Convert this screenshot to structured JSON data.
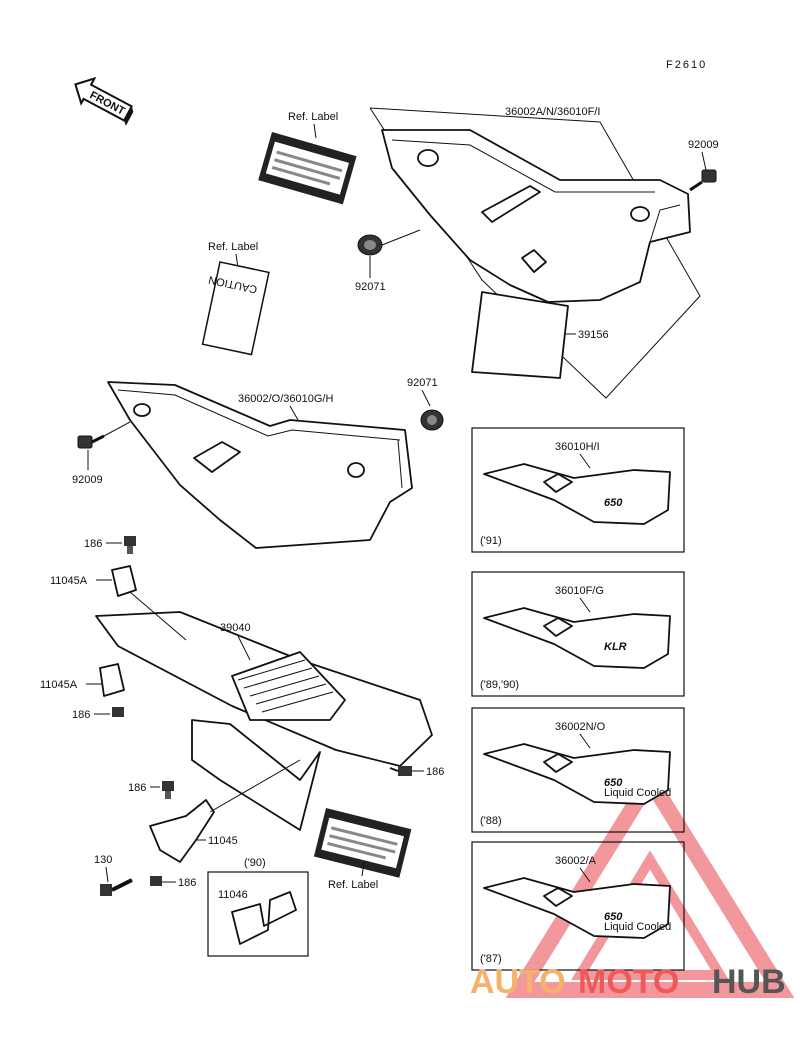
{
  "figure_code": "F2610",
  "front_arrow": "FRONT",
  "labels": {
    "ref_label_1": "Ref. Label",
    "ref_label_2": "Ref. Label",
    "ref_label_3": "Ref. Label",
    "p36002_a_n": "36002A/N/36010F/I",
    "p92009_top": "92009",
    "p92071_top": "92071",
    "p39156": "39156",
    "p92071_mid": "92071",
    "p36002_o": "36002/O/36010G/H",
    "p92009_left": "92009",
    "p186_a": "186",
    "p11045a_a": "11045A",
    "p39040": "39040",
    "p11045a_b": "11045A",
    "p186_b": "186",
    "p186_c": "186",
    "p186_d": "186",
    "p11045": "11045",
    "p130": "130",
    "p186_e": "186",
    "year_90": "('90)",
    "p11046": "11046"
  },
  "variants": [
    {
      "part": "36010H/I",
      "year": "('91)",
      "badge": "650"
    },
    {
      "part": "36010F/G",
      "year": "('89,'90)",
      "badge": "KLR"
    },
    {
      "part": "36002N/O",
      "year": "('88)",
      "badge": "650",
      "sub": "Liquid Cooled"
    },
    {
      "part": "36002/A",
      "year": "('87)",
      "badge": "650",
      "sub": "Liquid Cooled"
    }
  ],
  "label_sticker_text": "CAUTION",
  "watermark": {
    "auto": "AUTO",
    "moto": "MOTO",
    "hub": "HUB",
    "colors": {
      "auto": "#f5b26b",
      "moto": "#ee5a5a",
      "hub": "#555555",
      "triangle": "#e8434a"
    }
  }
}
